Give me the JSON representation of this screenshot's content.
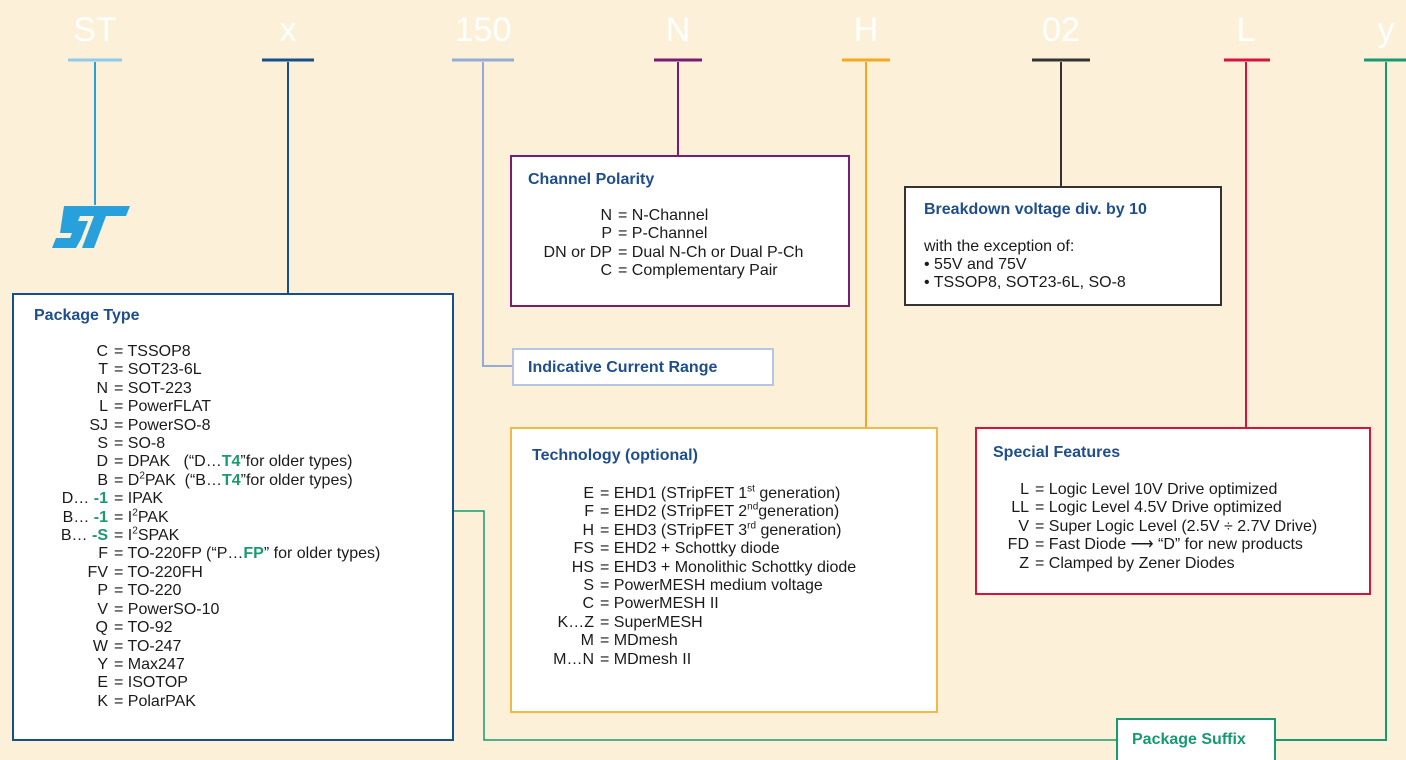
{
  "code_segments": [
    {
      "text": "ST",
      "color": "#27a0dc"
    },
    {
      "text": "x",
      "color": "#174e8c"
    },
    {
      "text": "150",
      "color": "#93abd6"
    },
    {
      "text": "N",
      "color": "#7a1c72"
    },
    {
      "text": "H",
      "color": "#f2a820"
    },
    {
      "text": "02",
      "color": "#111111"
    },
    {
      "text": "L",
      "color": "#d4143c"
    },
    {
      "text": "y",
      "color": "#169a72"
    }
  ],
  "package_type": {
    "title": "Package Type",
    "rows": [
      {
        "k": "C",
        "eq": "= ",
        "v": "TSSOP8"
      },
      {
        "k": "T",
        "eq": "= ",
        "v": "SOT23-6L"
      },
      {
        "k": "N",
        "eq": "= ",
        "v": "SOT-223"
      },
      {
        "k": "L",
        "eq": "= ",
        "v": "PowerFLAT"
      },
      {
        "k": "SJ",
        "eq": "= ",
        "v": "PowerSO-8"
      },
      {
        "k": "S",
        "eq": "= ",
        "v": "SO-8"
      },
      {
        "k": "D",
        "eq": "= ",
        "v": "DPAK   (“D…",
        "hl": "T4",
        "v2": "”for older types)"
      },
      {
        "k": "B",
        "eq": "= ",
        "v": "D",
        "sup": "2",
        "v_after": "PAK  (“B…",
        "hl": "T4",
        "v2": "”for older types)"
      },
      {
        "k": "D…",
        "khl": "-1",
        "eq": "= ",
        "v": "IPAK"
      },
      {
        "k": "B…",
        "khl": "-1",
        "eq": "= ",
        "v": "I",
        "sup": "2",
        "v_after": "PAK"
      },
      {
        "k": "B…",
        "khl": "-S",
        "eq": "= ",
        "v": "I",
        "sup": "2",
        "v_after": "SPAK"
      },
      {
        "k": "F",
        "eq": "= ",
        "v": "TO-220FP (“P…",
        "hl": "FP",
        "v2": "” for older types)"
      },
      {
        "k": "FV",
        "eq": "= ",
        "v": "TO-220FH"
      },
      {
        "k": "P",
        "eq": "= ",
        "v": "TO-220"
      },
      {
        "k": "V",
        "eq": "= ",
        "v": "PowerSO-10"
      },
      {
        "k": "Q",
        "eq": "= ",
        "v": "TO-92"
      },
      {
        "k": "W",
        "eq": "= ",
        "v": "TO-247"
      },
      {
        "k": "Y",
        "eq": "= ",
        "v": "Max247"
      },
      {
        "k": "E",
        "eq": "= ",
        "v": "ISOTOP"
      },
      {
        "k": "K",
        "eq": "= ",
        "v": "PolarPAK"
      }
    ]
  },
  "channel_polarity": {
    "title": "Channel Polarity",
    "rows": [
      {
        "k": "N",
        "v": "= N-Channel"
      },
      {
        "k": "P",
        "v": "= P-Channel"
      },
      {
        "k": "DN or DP",
        "v": "= Dual N-Ch or Dual P-Ch"
      },
      {
        "k": "C",
        "v": "= Complementary Pair"
      }
    ]
  },
  "current_range": {
    "title": "Indicative Current Range"
  },
  "breakdown": {
    "title": "Breakdown voltage div. by 10",
    "intro": "with the exception of:",
    "bullets": [
      "• 55V and 75V",
      "• TSSOP8, SOT23-6L, SO-8"
    ]
  },
  "technology": {
    "title": "Technology (optional)",
    "rows": [
      {
        "k": "E",
        "v": "= EHD1 (STripFET 1",
        "sup": "st",
        "v2": " generation)"
      },
      {
        "k": "F",
        "v": "= EHD2 (STripFET 2",
        "sup": "nd",
        "v2": "generation)"
      },
      {
        "k": "H",
        "v": "= EHD3 (STripFET 3",
        "sup": "rd",
        "v2": " generation)"
      },
      {
        "k": "FS",
        "v": "= EHD2 + Schottky diode"
      },
      {
        "k": "HS",
        "v": "= EHD3 + Monolithic Schottky diode"
      },
      {
        "k": "S",
        "v": "= PowerMESH medium voltage"
      },
      {
        "k": "C",
        "v": "= PowerMESH II"
      },
      {
        "k": "K…Z",
        "v": "= SuperMESH"
      },
      {
        "k": "M",
        "v": "= MDmesh"
      },
      {
        "k": "M…N",
        "v": "= MDmesh II"
      }
    ]
  },
  "special_features": {
    "title": "Special Features",
    "rows": [
      {
        "k": "L",
        "v": "= Logic Level 10V Drive optimized"
      },
      {
        "k": "LL",
        "v": "= Logic Level 4.5V Drive optimized"
      },
      {
        "k": "V",
        "v": "= Super Logic Level (2.5V ÷ 2.7V Drive)"
      },
      {
        "k": "FD",
        "v": "= Fast Diode ⟶ “D” for new products"
      },
      {
        "k": "Z",
        "v": "= Clamped by Zener Diodes"
      }
    ]
  },
  "package_suffix": {
    "title": "Package Suffix"
  },
  "colors": {
    "background": "#fcf0d8",
    "title_blue": "#1f4e8c",
    "highlight_green": "#1a9a6e"
  }
}
